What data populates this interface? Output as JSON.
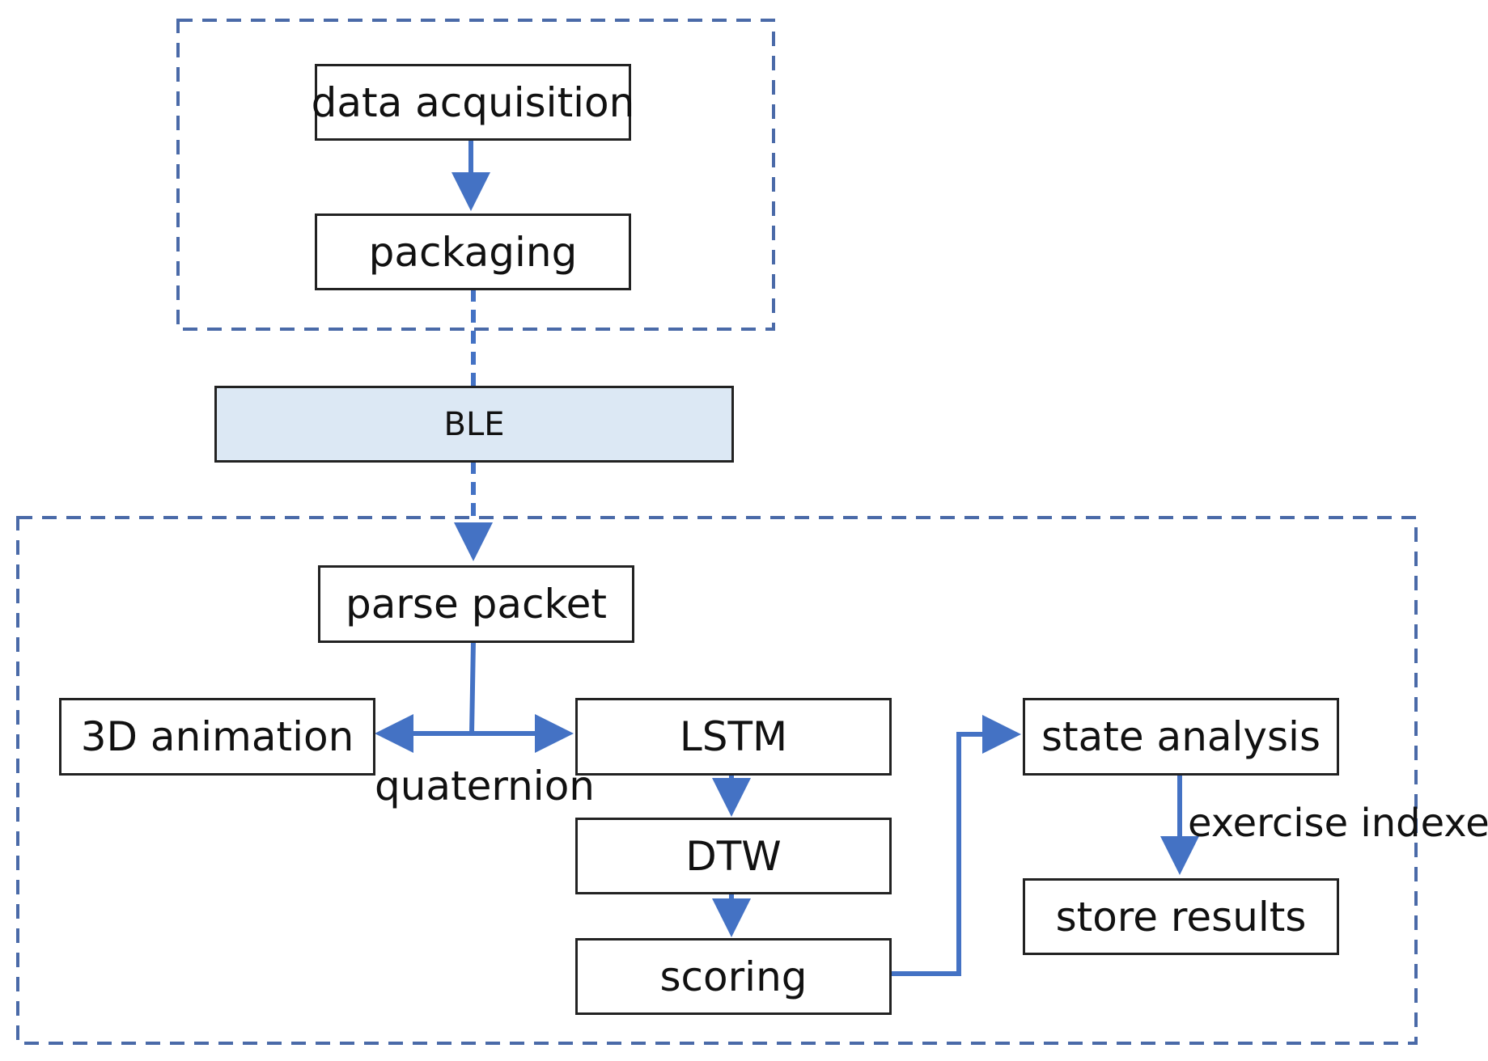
{
  "nodes": {
    "data_acquisition": "data acquisition",
    "packaging": "packaging",
    "ble": "BLE",
    "parse_packet": "parse packet",
    "animation_3d": "3D animation",
    "lstm": "LSTM",
    "dtw": "DTW",
    "scoring": "scoring",
    "state_analysis": "state analysis",
    "store_results": "store results"
  },
  "edge_labels": {
    "quaternion": "quaternion",
    "exercise_indexes": "exercise indexes"
  },
  "colors": {
    "arrow": "#4472c4",
    "group_border": "#4a6aa8",
    "ble_fill": "#dce8f4",
    "box_border": "#222222"
  }
}
